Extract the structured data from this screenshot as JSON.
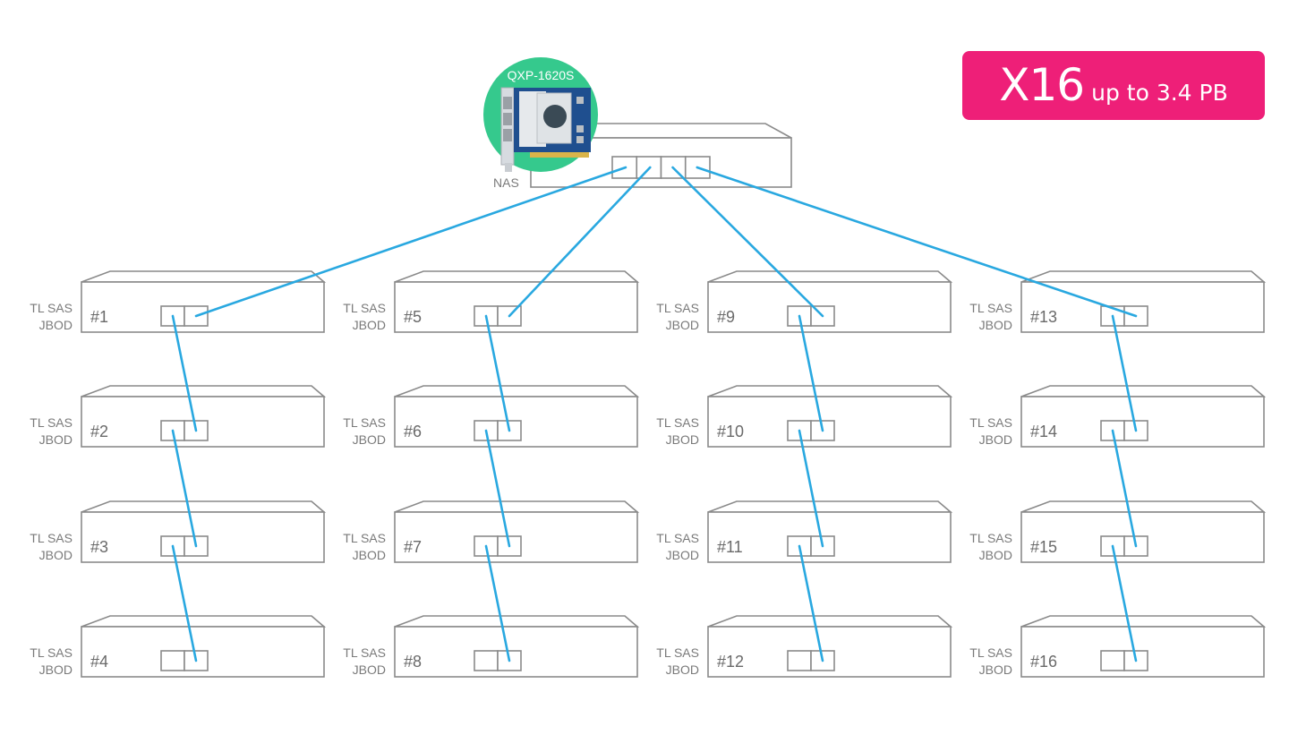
{
  "badge": {
    "multiplier": "X16",
    "capacity": "up to 3.4 PB",
    "color": "#ee1f78"
  },
  "expansion_card": {
    "model": "QXP-1620S",
    "circle_color": "#35c98d"
  },
  "nas": {
    "label": "NAS",
    "port_count": 4
  },
  "cable_color": "#29a8e0",
  "jbod_label_line1": "TL SAS",
  "jbod_label_line2": "JBOD",
  "columns": [
    {
      "units": [
        "#1",
        "#2",
        "#3",
        "#4"
      ]
    },
    {
      "units": [
        "#5",
        "#6",
        "#7",
        "#8"
      ]
    },
    {
      "units": [
        "#9",
        "#10",
        "#11",
        "#12"
      ]
    },
    {
      "units": [
        "#13",
        "#14",
        "#15",
        "#16"
      ]
    }
  ]
}
